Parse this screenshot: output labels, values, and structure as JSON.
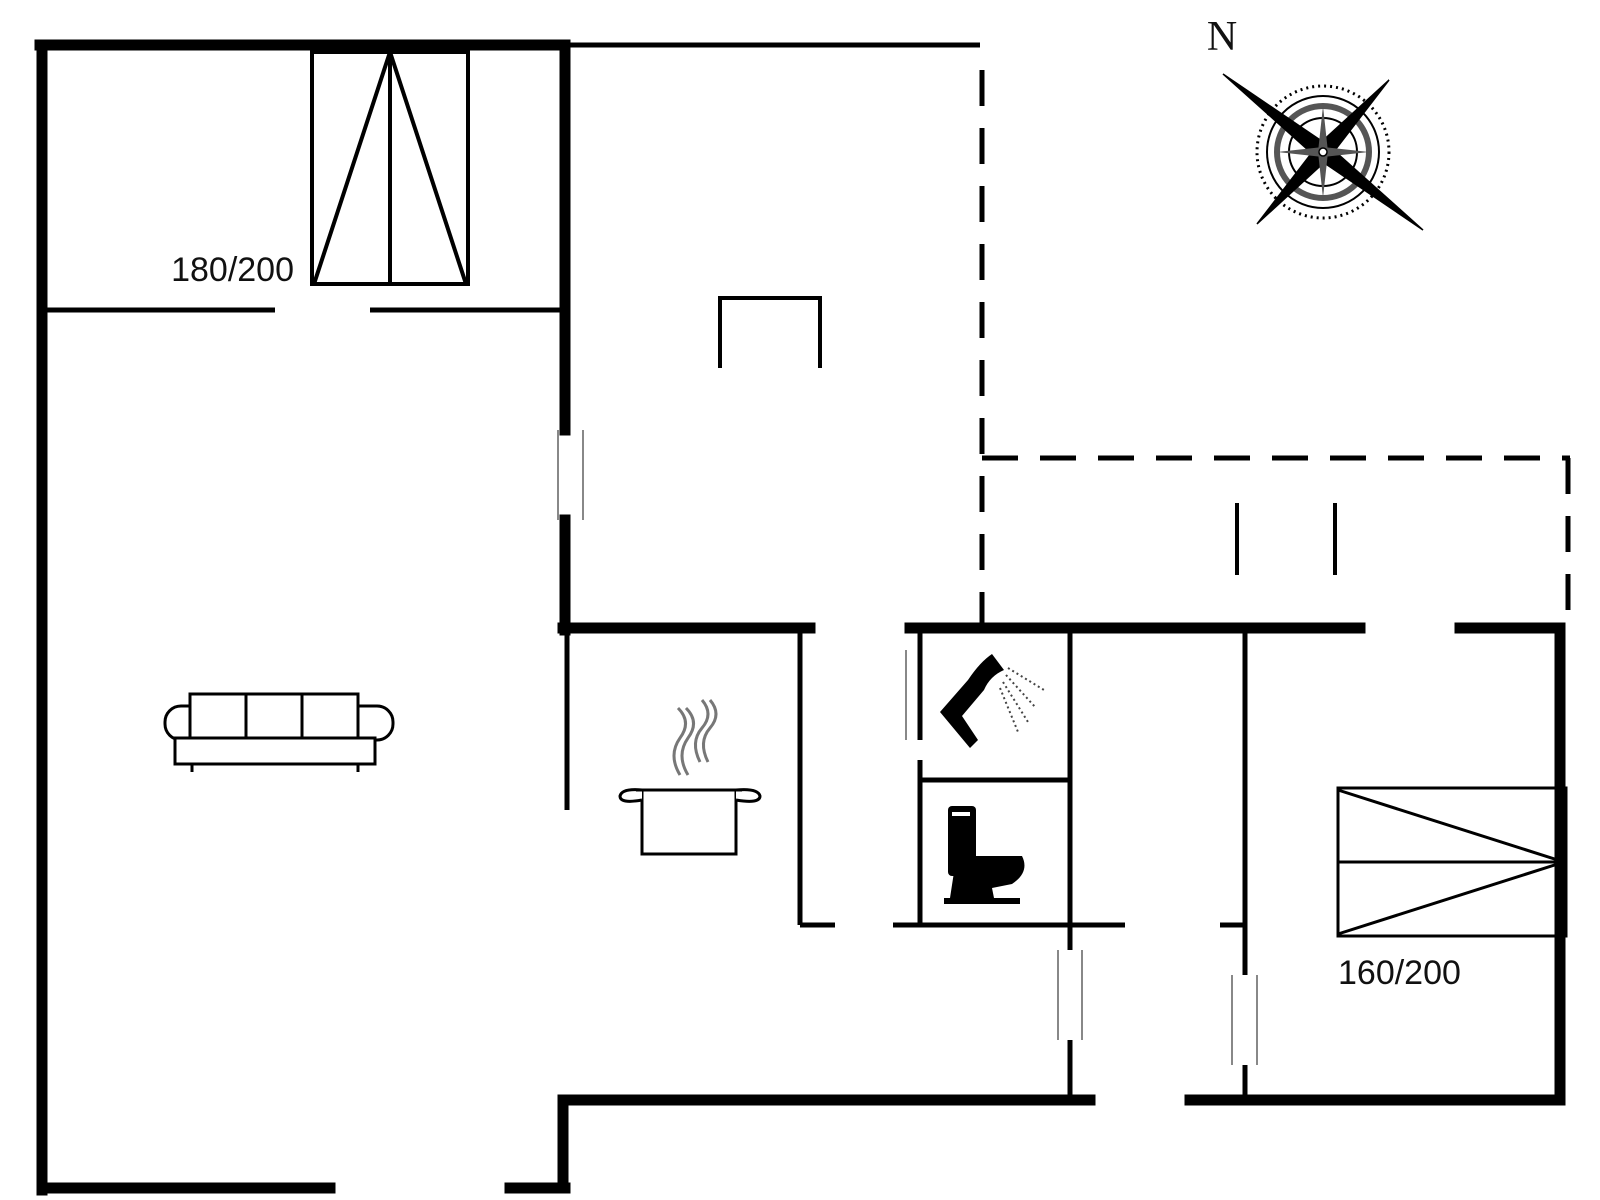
{
  "compass": {
    "north_label": "N",
    "icon": "compass-rose-icon"
  },
  "rooms": {
    "bedroom_1": {
      "bed_label": "180/200"
    },
    "bedroom_2": {
      "bed_label": "160/200"
    }
  },
  "icons": {
    "sofa": "sofa-icon",
    "cooking_pot": "cooking-pot-icon",
    "shower": "shower-icon",
    "toilet": "toilet-icon"
  }
}
